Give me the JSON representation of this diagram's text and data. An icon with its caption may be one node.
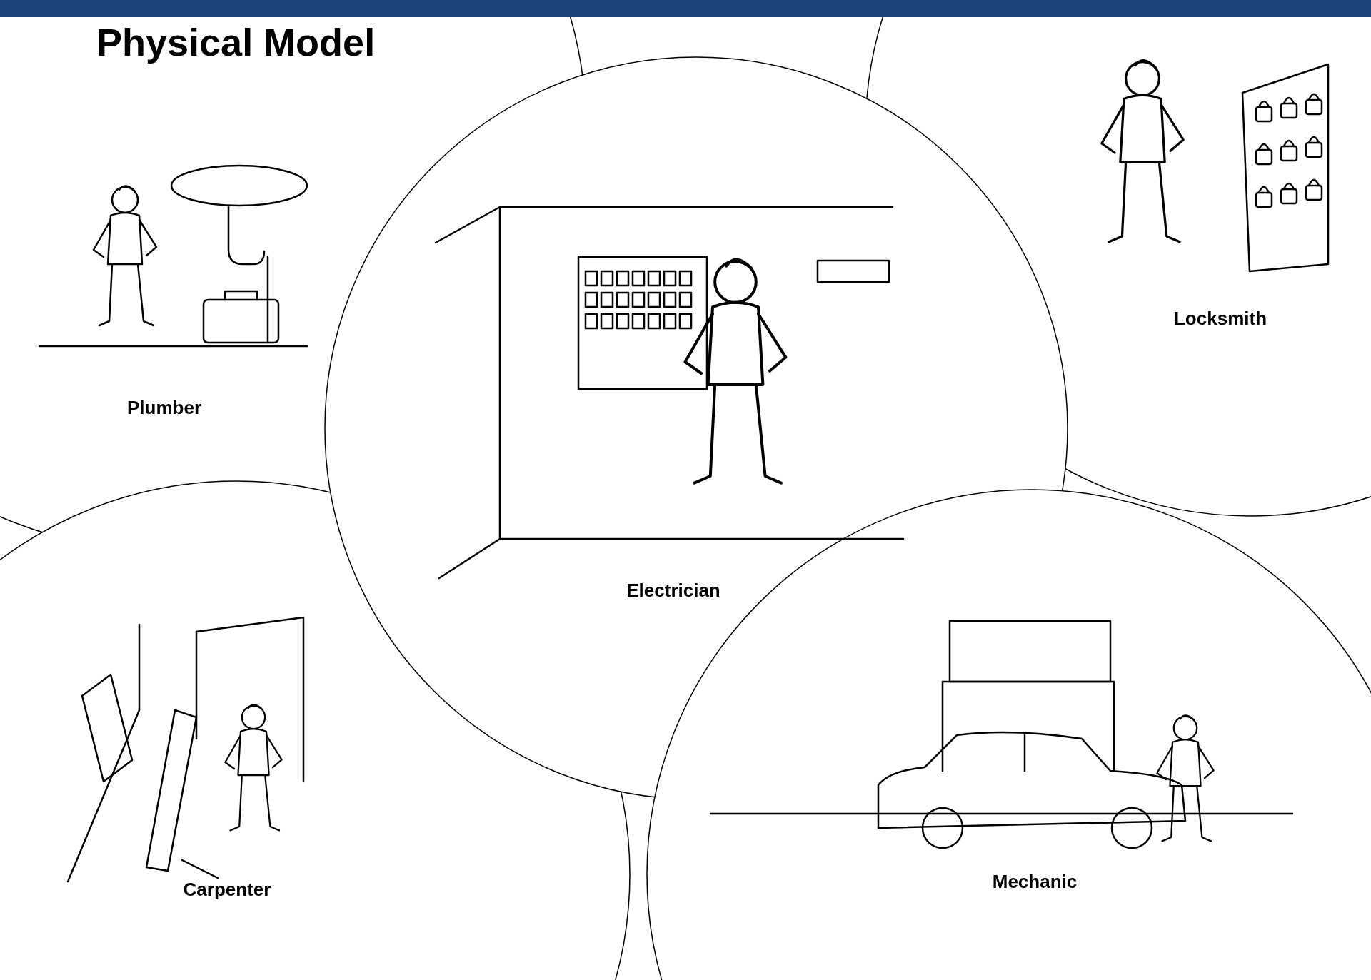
{
  "diagram": {
    "title": "Physical Model",
    "nodes": [
      {
        "text": [
          "Plumber"
        ]
      },
      {
        "text": [
          "Locksmith"
        ]
      },
      {
        "text": [
          "Carpenter"
        ]
      },
      {
        "text": [
          "Electrician"
        ]
      },
      {
        "text": [
          "Mechanic"
        ]
      }
    ]
  }
}
